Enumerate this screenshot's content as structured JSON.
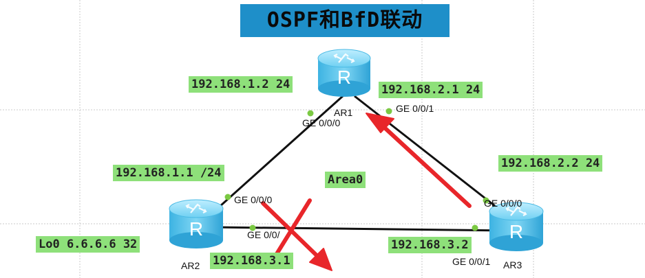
{
  "title": "OSPF和BfD联动",
  "colors": {
    "title_bg": "#1e8fc9",
    "label_bg": "#8ee07a",
    "router_body": "#58c4ea",
    "link": "#111111",
    "port_dot": "#7bc943",
    "arrow": "#e8262a"
  },
  "area": "Area0",
  "routers": {
    "ar1": {
      "name": "AR1",
      "icon": "router-icon"
    },
    "ar2": {
      "name": "AR2",
      "icon": "router-icon"
    },
    "ar3": {
      "name": "AR3",
      "icon": "router-icon"
    }
  },
  "ip_labels": {
    "ar1_g000": "192.168.1.2 24",
    "ar1_g001": "192.168.2.1 24",
    "ar2_g000": "192.168.1.1 /24",
    "ar3_g000": "192.168.2.2 24",
    "ar2_lo0": "Lo0 6.6.6.6 32",
    "ar2_g001": "192.168.3.1",
    "ar3_g001": "192.168.3.2"
  },
  "ports": {
    "ar1_g000": "GE 0/0/0",
    "ar1_g001": "GE 0/0/1",
    "ar2_g000": "GE 0/0/0",
    "ar2_g001": "GE 0/0/",
    "ar3_g000": "GE 0/0/0",
    "ar3_g001": "GE 0/0/1"
  }
}
